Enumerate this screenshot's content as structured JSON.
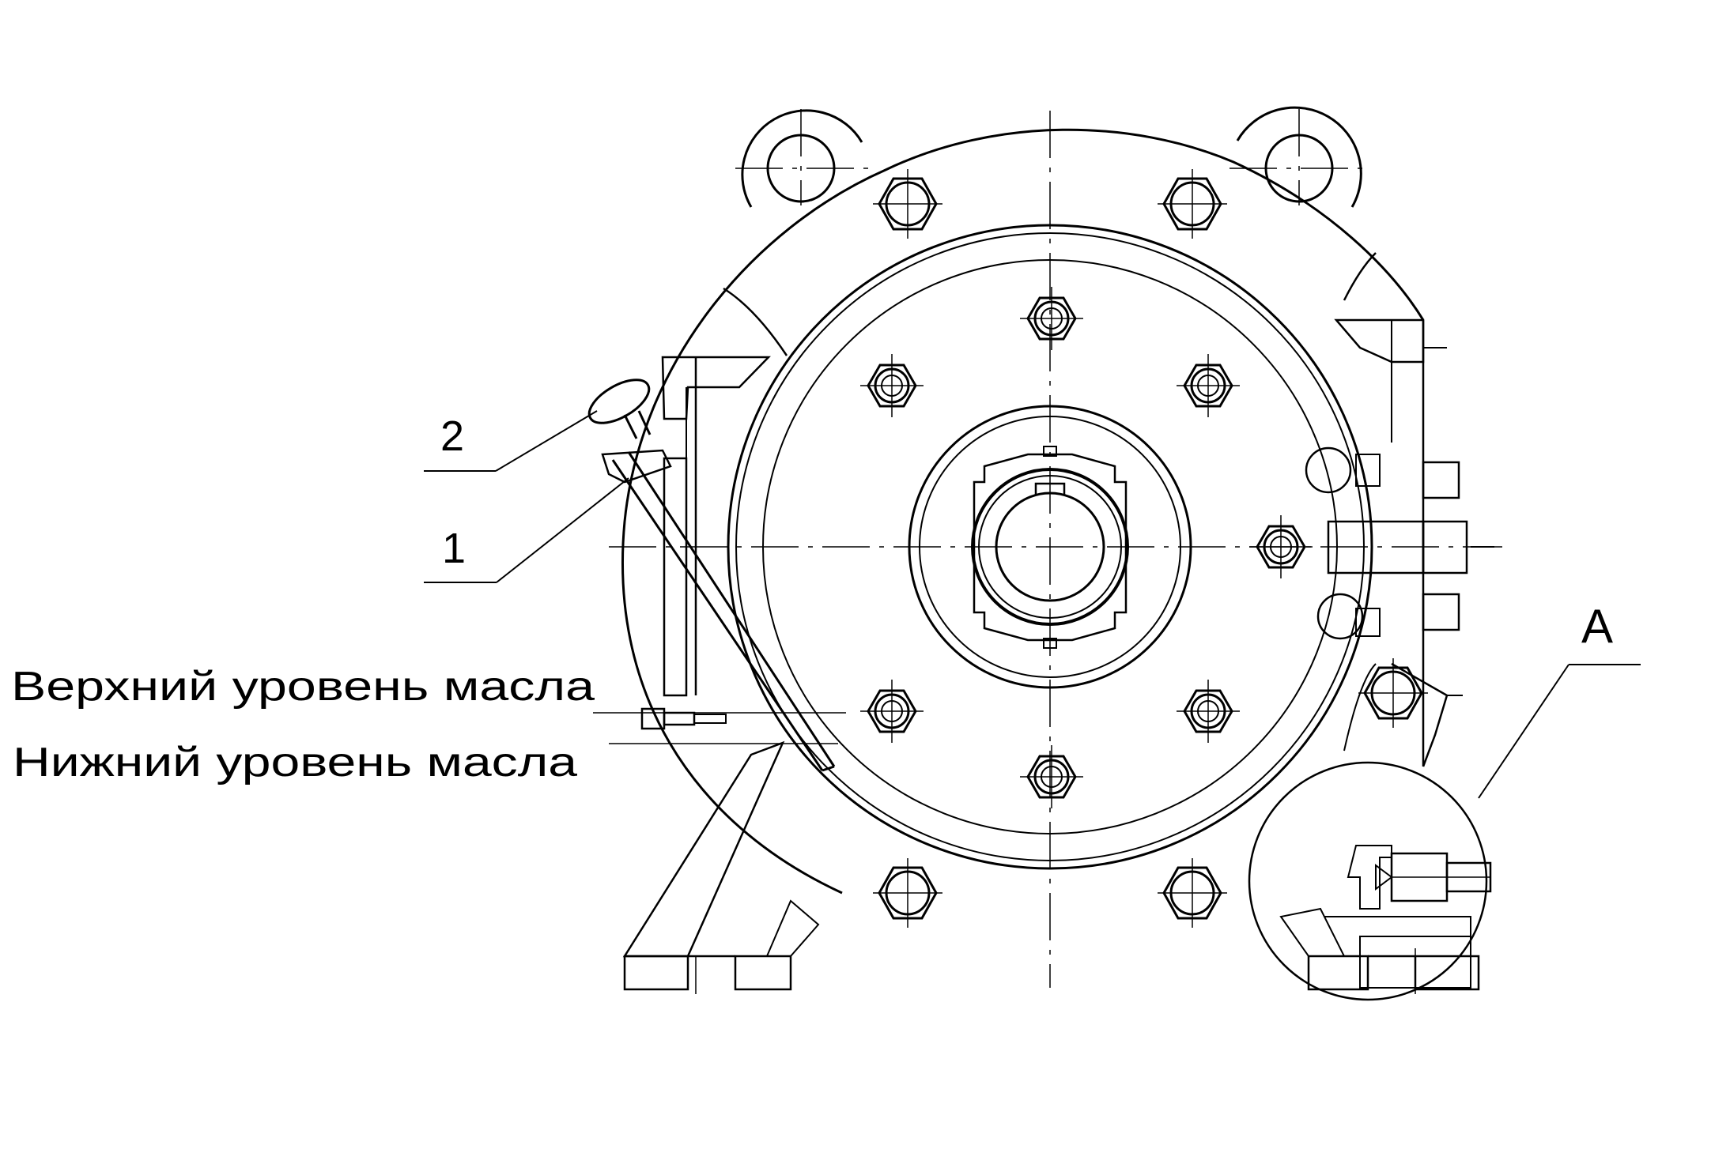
{
  "labels": {
    "part1": "1",
    "part2": "2",
    "detail": "А",
    "upper_oil_level": "Верхний уровень масла",
    "lower_oil_level": "Нижний уровень масла"
  },
  "colors": {
    "line": "#000000",
    "background": "#ffffff"
  }
}
